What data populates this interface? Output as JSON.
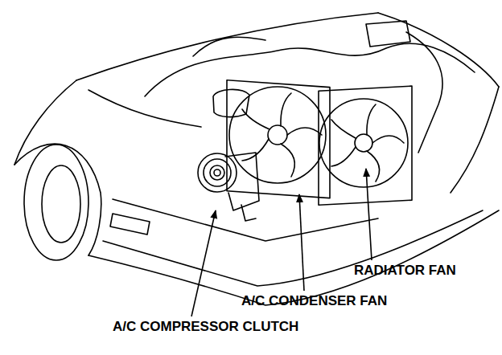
{
  "diagram": {
    "labels": [
      "RADIATOR FAN",
      "A/C CONDENSER FAN",
      "A/C COMPRESSOR CLUTCH"
    ]
  }
}
